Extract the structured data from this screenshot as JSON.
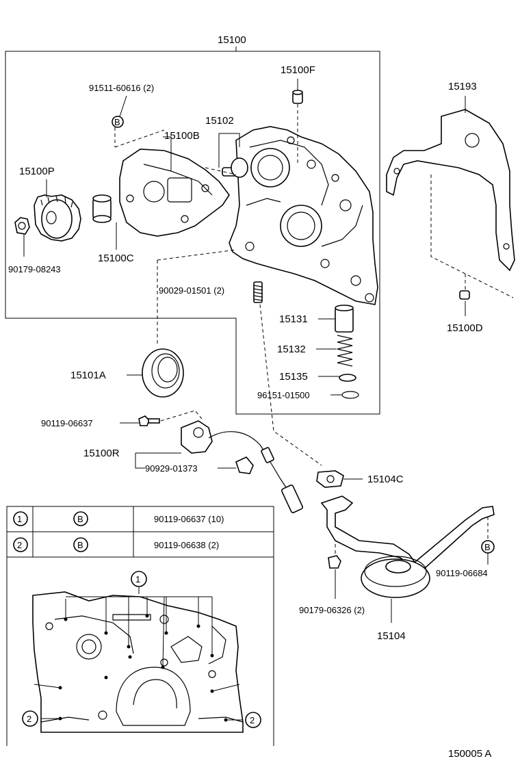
{
  "diagram": {
    "ref_code": "150005 A",
    "labels": {
      "p15100": "15100",
      "p15100F": "15100F",
      "p91511": "91511-60616 (2)",
      "p15102": "15102",
      "p15100B": "15100B",
      "p15193": "15193",
      "p15100P": "15100P",
      "p15100C": "15100C",
      "p90179_08243": "90179-08243",
      "p90029": "90029-01501 (2)",
      "p15131": "15131",
      "p15132": "15132",
      "p15135": "15135",
      "p96151": "96151-01500",
      "p15100D": "15100D",
      "p15101A": "15101A",
      "p90119_06637": "90119-06637",
      "p15100R": "15100R",
      "p90929": "90929-01373",
      "p15104C": "15104C",
      "p90119_06684": "90119-06684",
      "p90179_06326": "90179-06326 (2)",
      "p15104": "15104"
    },
    "callout_b": "B",
    "legend_table": [
      {
        "key": "1",
        "type": "B",
        "part": "90119-06637 (10)"
      },
      {
        "key": "2",
        "type": "B",
        "part": "90119-06638 (2)"
      }
    ],
    "inset": {
      "marker_1": "1",
      "marker_2_left": "2",
      "marker_2_right": "2"
    }
  }
}
